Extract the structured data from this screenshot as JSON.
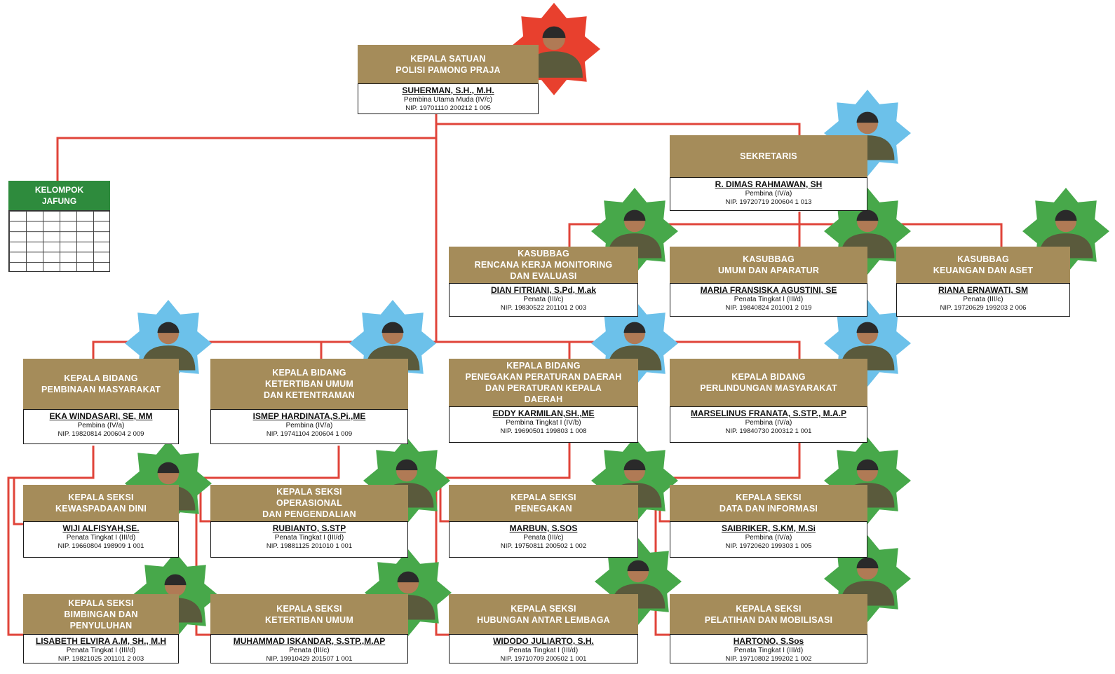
{
  "colors": {
    "head": "#a58c5a",
    "line": "#e0443a",
    "star_red": "#e8402e",
    "star_blue": "#6cc1ea",
    "star_green": "#47a84a",
    "jafung": "#2e8b3d"
  },
  "jafung": {
    "label": "KELOMPOK\nJAFUNG"
  },
  "nodes": {
    "kepala": {
      "title": "KEPALA SATUAN\nPOLISI PAMONG PRAJA",
      "name": "SUHERMAN, S.H., M.H.",
      "rank": "Pembina Utama Muda (IV/c)",
      "nip": "NIP. 19701110 200212 1 005",
      "star": "red"
    },
    "sekretaris": {
      "title": "SEKRETARIS",
      "name": "R. DIMAS RAHMAWAN, SH",
      "rank": "Pembina (IV/a)",
      "nip": "NIP. 19720719 200604 1 013",
      "star": "blue"
    },
    "kasubbag_renc": {
      "title": "KASUBBAG\nRENCANA KERJA MONITORING\nDAN EVALUASI",
      "name": "DIAN FITRIANI, S.Pd, M.ak",
      "rank": "Penata (III/c)",
      "nip": "NIP. 19830522 201101 2 003",
      "star": "green"
    },
    "kasubbag_umum": {
      "title": "KASUBBAG\nUMUM DAN APARATUR",
      "name": "MARIA FRANSISKA AGUSTINI, SE",
      "rank": "Penata Tingkat I (III/d)",
      "nip": "NIP. 19840824 201001 2 019",
      "star": "green"
    },
    "kasubbag_keu": {
      "title": "KASUBBAG\nKEUANGAN DAN ASET",
      "name": "RIANA ERNAWATI, SM",
      "rank": "Penata (III/c)",
      "nip": "NIP. 19720629 199203 2 006",
      "star": "green"
    },
    "kabid_pembinaan": {
      "title": "KEPALA BIDANG\nPEMBINAAN MASYARAKAT",
      "name": "EKA WINDASARI, SE, MM",
      "rank": "Pembina (IV/a)",
      "nip": "NIP. 19820814 200604 2 009",
      "star": "blue"
    },
    "kabid_trantib": {
      "title": "KEPALA BIDANG\nKETERTIBAN UMUM\nDAN KETENTRAMAN",
      "name": "ISMEP HARDINATA,S.Pi.,ME",
      "rank": "Pembina (IV/a)",
      "nip": "NIP. 19741104 200604 1 009",
      "star": "blue"
    },
    "kabid_gakda": {
      "title": "KEPALA BIDANG\nPENEGAKAN PERATURAN DAERAH\nDAN PERATURAN KEPALA\nDAERAH",
      "name": "EDDY KARMILAN,SH.,ME",
      "rank": "Pembina Tingkat I (IV/b)",
      "nip": "NIP. 19690501 199803 1 008",
      "star": "blue"
    },
    "kabid_linmas": {
      "title": "KEPALA BIDANG\nPERLINDUNGAN MASYARAKAT",
      "name": "MARSELINUS FRANATA, S.STP., M.A.P",
      "rank": "Pembina (IV/a)",
      "nip": "NIP. 19840730 200312 1 001",
      "star": "blue"
    },
    "kasi_kewaspadaan": {
      "title": "KEPALA SEKSI\nKEWASPADAAN DINI",
      "name": "WIJI ALFISYAH,SE.",
      "rank": "Penata Tingkat I (III/d)",
      "nip": "NIP. 19660804 198909 1 001",
      "star": "green"
    },
    "kasi_operasional": {
      "title": "KEPALA SEKSI\nOPERASIONAL\nDAN PENGENDALIAN",
      "name": "RUBIANTO, S.STP",
      "rank": "Penata Tingkat I (III/d)",
      "nip": "NIP. 19881125 201010 1 001",
      "star": "green"
    },
    "kasi_penegakan": {
      "title": "KEPALA SEKSI\nPENEGAKAN",
      "name": "MARBUN, S.SOS",
      "rank": "Penata (III/c)",
      "nip": "NIP. 19750811 200502 1 002",
      "star": "green"
    },
    "kasi_data": {
      "title": "KEPALA SEKSI\nDATA DAN INFORMASI",
      "name": "SAIBRIKER, S.KM, M.Si",
      "rank": "Pembina (IV/a)",
      "nip": "NIP. 19720620 199303 1 005",
      "star": "green"
    },
    "kasi_bimbingan": {
      "title": "KEPALA SEKSI\nBIMBINGAN DAN\nPENYULUHAN",
      "name": "LISABETH ELVIRA A.M, SH., M.H",
      "rank": "Penata Tingkat I (III/d)",
      "nip": "NIP. 19821025 201101 2 003",
      "star": "green"
    },
    "kasi_ketertiban": {
      "title": "KEPALA SEKSI\nKETERTIBAN UMUM",
      "name": "MUHAMMAD ISKANDAR, S.STP.,M.AP",
      "rank": "Penata (III/c)",
      "nip": "NIP. 19910429 201507 1 001",
      "star": "green"
    },
    "kasi_hubungan": {
      "title": "KEPALA SEKSI\nHUBUNGAN ANTAR LEMBAGA",
      "name": "WIDODO JULIARTO, S.H.",
      "rank": "Penata Tingkat I (III/d)",
      "nip": "NIP. 19710709 200502 1 001",
      "star": "green"
    },
    "kasi_pelatihan": {
      "title": "KEPALA SEKSI\nPELATIHAN DAN MOBILISASI",
      "name": "HARTONO, S.Sos",
      "rank": "Penata Tingkat I (III/d)",
      "nip": "NIP. 19710802 199202 1 002",
      "star": "green"
    }
  }
}
